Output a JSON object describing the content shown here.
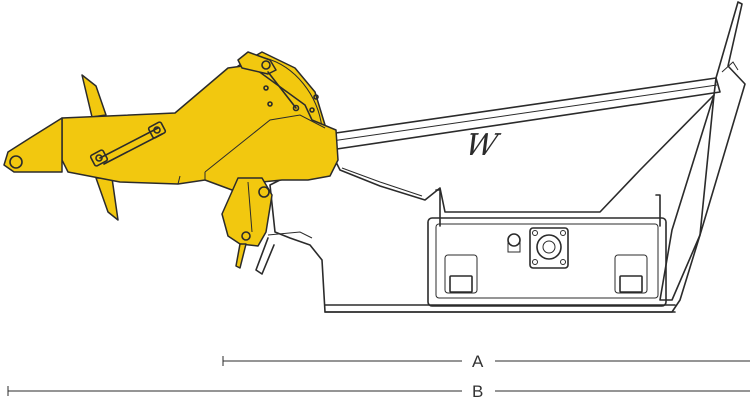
{
  "colors": {
    "machine_yellow": "#f2c80f",
    "yellow_shadow": "#d9ae00",
    "line": "#2b2b2b",
    "background": "#ffffff"
  },
  "dimensions": {
    "a_label": "A",
    "b_label": "B"
  },
  "logo": {
    "text": "W"
  }
}
